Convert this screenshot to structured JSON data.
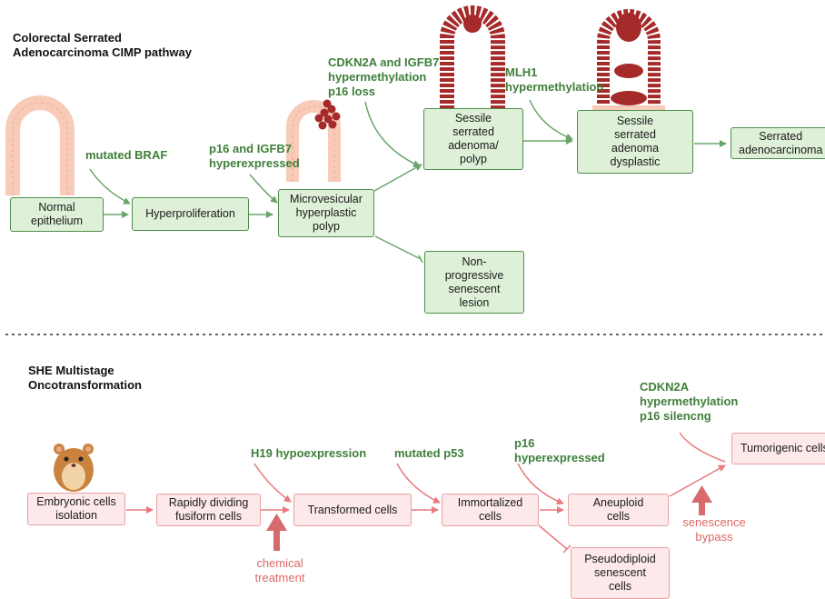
{
  "top": {
    "title": "Colorectal Serrated\nAdenocarcinoma CIMP  pathway",
    "boxes": {
      "normal": "Normal\nepithelium",
      "hyper": "Hyperproliferation",
      "micro": "Microvesicular\nhyperplastic\npolyp",
      "sessile": "Sessile\nserrated\nadenoma/\npolyp",
      "dysplastic": "Sessile\nserrated\nadenoma\ndysplastic",
      "adeno": "Serrated\nadenocarcinoma",
      "nonprog": "Non-\nprogressive\nsenescent\nlesion"
    },
    "labels": {
      "braf": "mutated BRAF",
      "p16igfb7": "p16  and IGFB7\nhyperexpressed",
      "cdkn2a": "CDKN2A and IGFB7\nhypermethylation\np16 loss",
      "mlh1": "MLH1\nhypermethylation"
    }
  },
  "bottom": {
    "title": "SHE  Multistage\nOncotransformation",
    "boxes": {
      "embryonic": "Embryonic cells\nisolation",
      "rapid": "Rapidly dividing\nfusiform cells",
      "transformed": "Transformed cells",
      "immortalized": "Immortalized\ncells",
      "aneuploid": "Aneuploid\ncells",
      "pseudo": "Pseudodiploid\nsenescent\ncells",
      "tumorigenic": "Tumorigenic cells"
    },
    "labels": {
      "h19": "H19 hypoexpression",
      "p53": "mutated p53",
      "p16": "p16\n hyperexpressed",
      "cdkn2a": "CDKN2A\nhypermethylation\np16 silencng"
    },
    "red_labels": {
      "chemical": "chemical\ntreatment",
      "bypass": "senescence\nbypass"
    }
  },
  "colors": {
    "green_fill": "#dff0d8",
    "green_border": "#4d8f4a",
    "green_text": "#3e7f3a",
    "green_arrow": "#6aa56a",
    "pink_fill": "#fde9ea",
    "pink_border": "#e7a1a4",
    "pink_arrow": "#e9797c",
    "red_text": "#e06666",
    "cell_red": "#a52a2a"
  },
  "icons": [
    "crypt-icon",
    "polyp-cluster-icon",
    "hamster-icon"
  ]
}
